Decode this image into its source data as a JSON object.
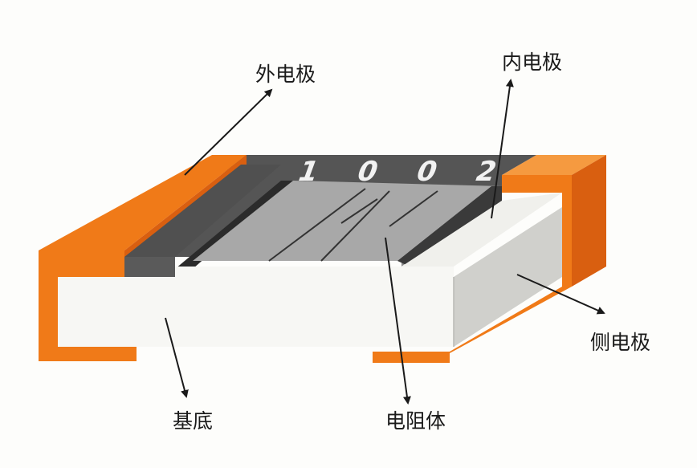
{
  "labels": {
    "outer_electrode": "外电极",
    "inner_electrode": "内电极",
    "side_electrode": "侧电极",
    "substrate": "基底",
    "resistor_body": "电阻体"
  },
  "colors": {
    "orange": "#f07a18",
    "orange_dark": "#d95f10",
    "orange_light": "#f59a40",
    "dark_gray": "#555555",
    "black_band": "#2b2b2b",
    "resistor_gray": "#a8a8a8",
    "white_body": "#f7f7f4",
    "side_gray": "#d0d0cc",
    "arrow": "#1a1a1a"
  },
  "marking_text": "1002"
}
